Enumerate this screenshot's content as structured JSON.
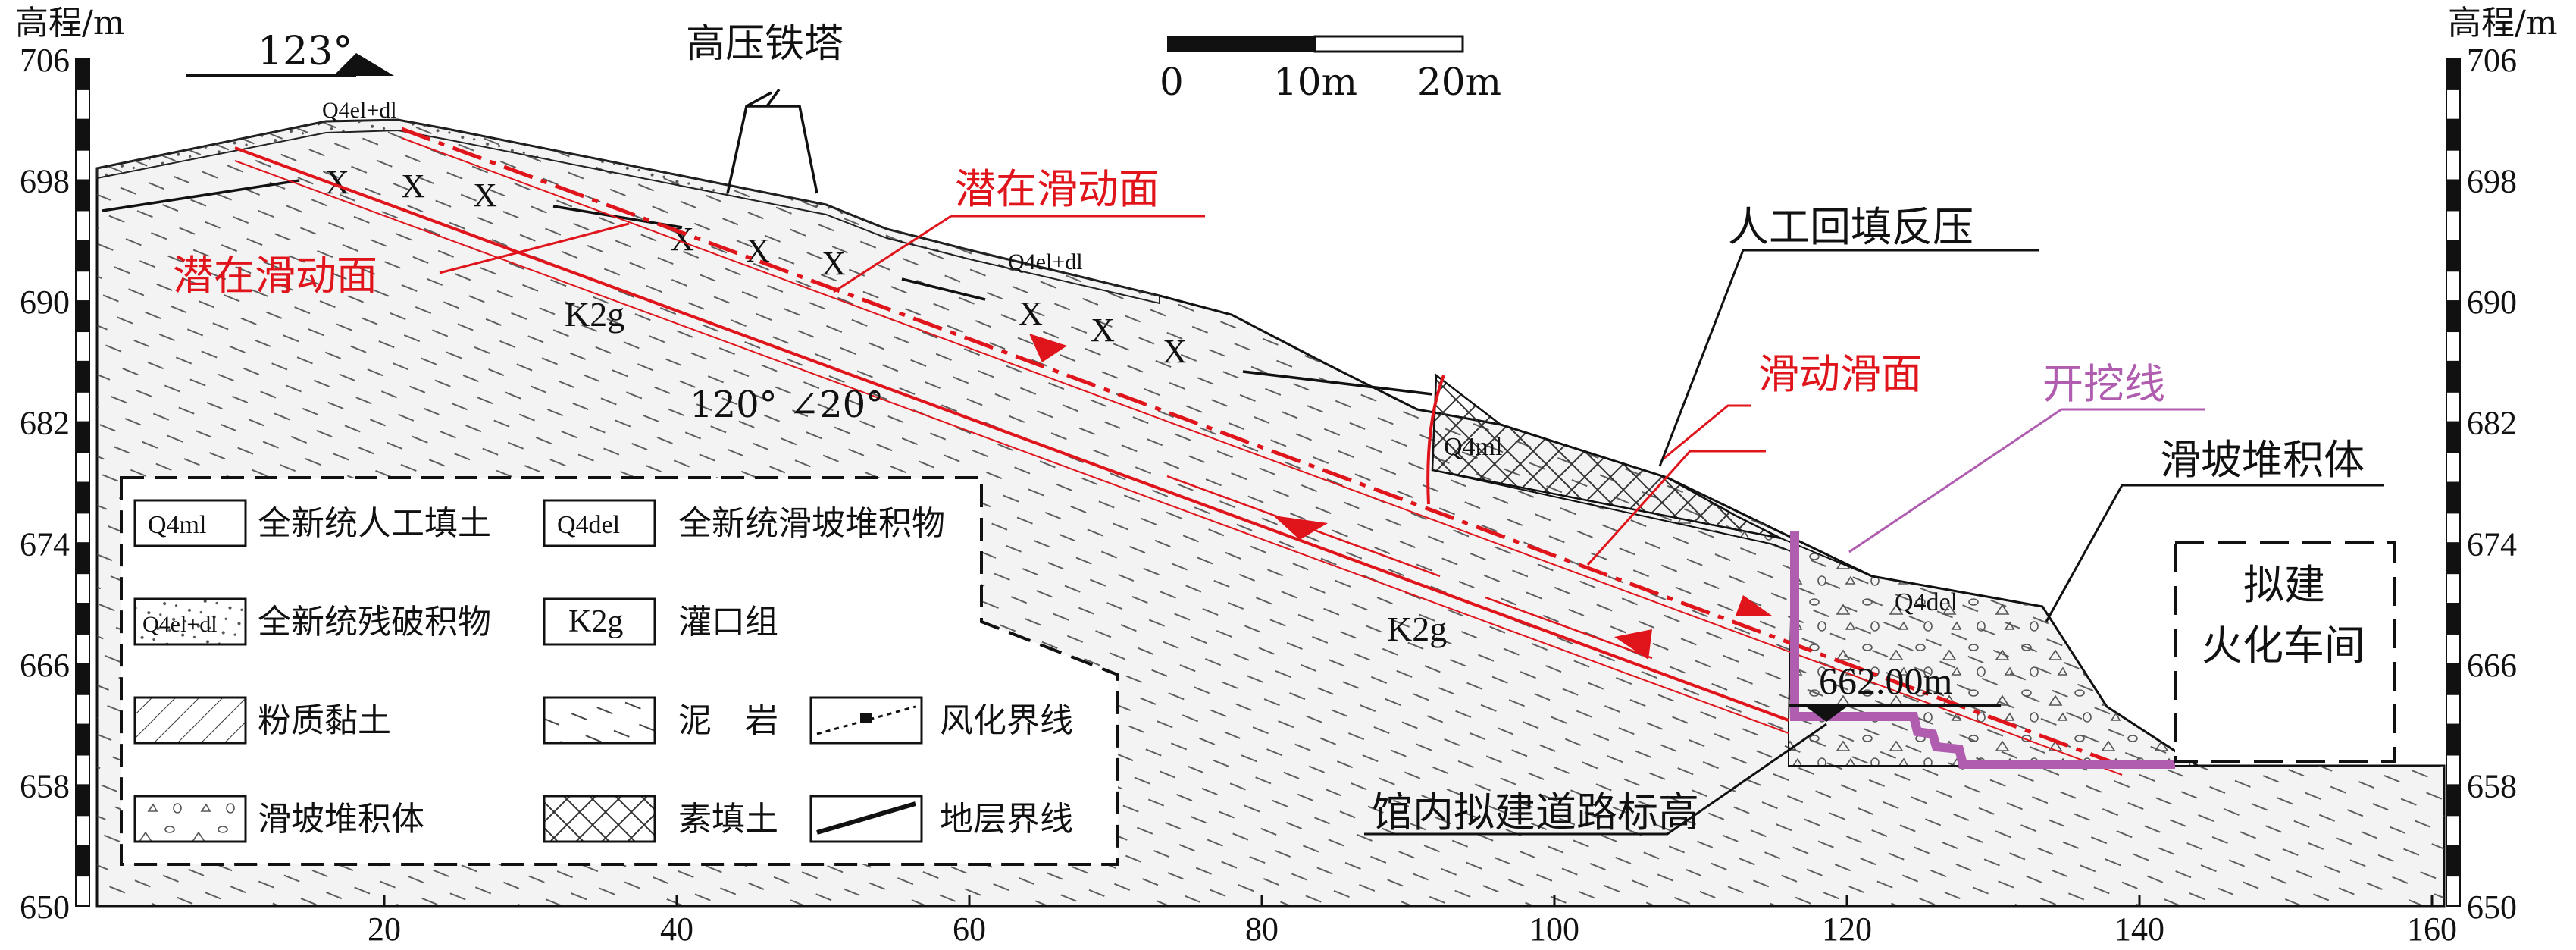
{
  "axes": {
    "y_left_label": "高程/m",
    "y_right_label": "高程/m",
    "y_ticks": [
      "706",
      "698",
      "690",
      "682",
      "674",
      "666",
      "658",
      "650"
    ],
    "x_ticks": [
      "20",
      "40",
      "60",
      "80",
      "100",
      "120",
      "140",
      "160"
    ]
  },
  "scale_bar": {
    "labels": [
      "0",
      "10m",
      "20m"
    ]
  },
  "north": {
    "label": "123°"
  },
  "tower": {
    "label": "高压铁塔"
  },
  "labels": {
    "slip_left": "潜在滑动面",
    "slip_mid": "潜在滑动面",
    "backfill": "人工回填反压",
    "sliding_surface": "滑动滑面",
    "excavation_line": "开挖线",
    "landslide_body": "滑坡堆积体",
    "road_level_value": "662.00m",
    "road_level_note": "馆内拟建道路标高",
    "attitude": "120° ∠20°",
    "workshop_line1": "拟建",
    "workshop_line2": "火化车间"
  },
  "strata_labels": {
    "q4_eldl_top": "Q4el+dl",
    "q4_eldl_mid": "Q4el+dl",
    "k2g_upper": "K2g",
    "k2g_lower": "K2g",
    "q4_ml": "Q4ml",
    "q4_del": "Q4del"
  },
  "legend": [
    {
      "symbol": "Q4ml",
      "label": "全新统人工填土"
    },
    {
      "symbol": "Q4del",
      "label": "全新统滑坡堆积物"
    },
    {
      "symbol": "Q4el+dl",
      "label": "全新统残破积物"
    },
    {
      "symbol": "K2g",
      "label": "灌口组"
    },
    {
      "symbol": "silty-clay",
      "label": "粉质黏土"
    },
    {
      "symbol": "mudstone",
      "label": "泥　岩"
    },
    {
      "symbol": "weathering-line",
      "label": "风化界线"
    },
    {
      "symbol": "landslide-deposit",
      "label": "滑坡堆积体"
    },
    {
      "symbol": "plain-fill",
      "label": "素填土"
    },
    {
      "symbol": "stratum-line",
      "label": "地层界线"
    }
  ],
  "colors": {
    "slip": "#e0141b",
    "excavation": "#b05db0",
    "ink": "#111111",
    "terrain_fill": "#efefef"
  }
}
